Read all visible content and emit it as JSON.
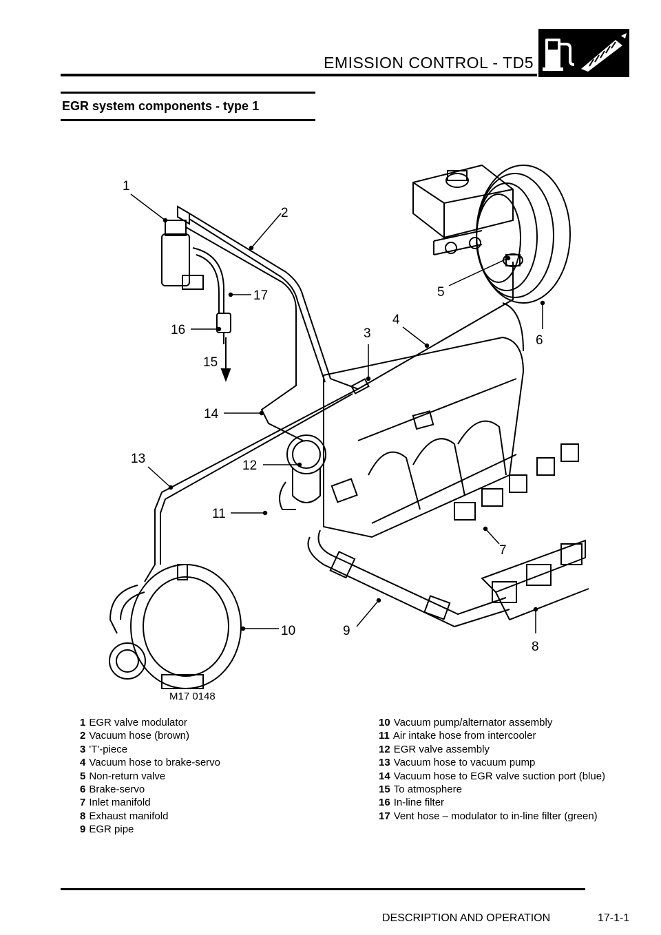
{
  "header": {
    "title": "EMISSION CONTROL - TD5",
    "icon": "fuel-pump-and-exhaust-icon"
  },
  "section": {
    "title": "EGR system components - type 1"
  },
  "figure": {
    "reference": "M17 0148",
    "callouts": [
      "1",
      "2",
      "3",
      "4",
      "5",
      "6",
      "7",
      "8",
      "9",
      "10",
      "11",
      "12",
      "13",
      "14",
      "15",
      "16",
      "17"
    ]
  },
  "legend": {
    "left": [
      {
        "num": "1",
        "text": "EGR valve modulator"
      },
      {
        "num": "2",
        "text": "Vacuum hose (brown)"
      },
      {
        "num": "3",
        "text": "'T'-piece"
      },
      {
        "num": "4",
        "text": "Vacuum hose to brake-servo"
      },
      {
        "num": "5",
        "text": "Non-return valve"
      },
      {
        "num": "6",
        "text": "Brake-servo"
      },
      {
        "num": "7",
        "text": "Inlet manifold"
      },
      {
        "num": "8",
        "text": "Exhaust manifold"
      },
      {
        "num": "9",
        "text": "EGR pipe"
      }
    ],
    "right": [
      {
        "num": "10",
        "text": "Vacuum pump/alternator assembly"
      },
      {
        "num": "11",
        "text": "Air intake hose from intercooler"
      },
      {
        "num": "12",
        "text": "EGR valve assembly"
      },
      {
        "num": "13",
        "text": "Vacuum hose to vacuum pump"
      },
      {
        "num": "14",
        "text": "Vacuum hose to EGR valve suction port (blue)"
      },
      {
        "num": "15",
        "text": "To atmosphere"
      },
      {
        "num": "16",
        "text": "In-line filter"
      },
      {
        "num": "17",
        "text": "Vent hose – modulator to in-line filter (green)"
      }
    ]
  },
  "footer": {
    "section": "DESCRIPTION AND OPERATION",
    "page": "17-1-1"
  }
}
